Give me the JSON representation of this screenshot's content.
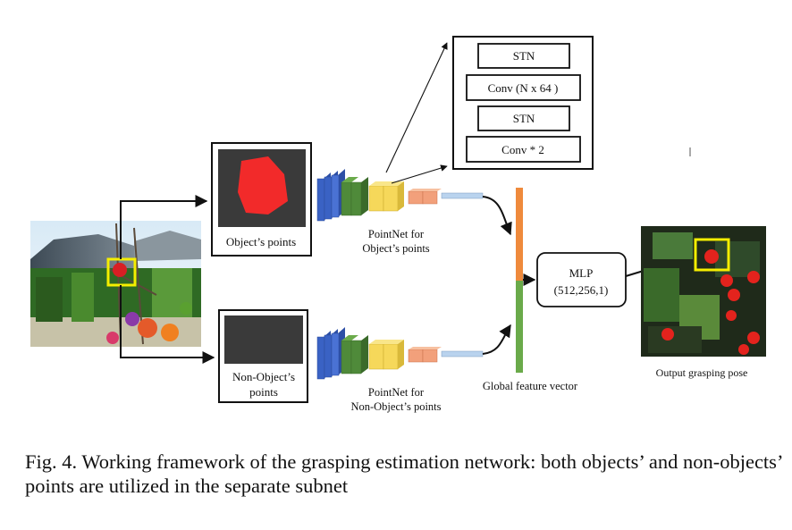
{
  "diagram": {
    "object_label": "Object’s points",
    "non_object_label_line1": "Non-Object’s",
    "non_object_label_line2": "points",
    "pointnet_object_line1": "PointNet for",
    "pointnet_object_line2": "Object’s points",
    "pointnet_nonobject_line1": "PointNet for",
    "pointnet_nonobject_line2": "Non-Object’s points",
    "stn_1": "STN",
    "conv_1": "Conv (N x 64 )",
    "stn_2": "STN",
    "conv_2": "Conv * 2",
    "mlp_line1": "MLP",
    "mlp_line2": "(512,256,1)",
    "global_feature_label": "Global feature vector",
    "output_label": "Output grasping pose"
  },
  "colors": {
    "blue_layer": "#3a62c4",
    "green_layer": "#4f8a3a",
    "yellow_layer": "#f6d85a",
    "salmon_layer": "#f2a07b",
    "lightblue_layer": "#b9d3ee",
    "object_red": "#f22a2a",
    "feature_orange": "#ef8a3c",
    "feature_green": "#6aaa4a",
    "highlight_yellow": "#f5ee00"
  },
  "caption": "Fig. 4.  Working framework of the grasping estimation network: both objects’ and non-objects’ points are utilized in the separate subnet"
}
